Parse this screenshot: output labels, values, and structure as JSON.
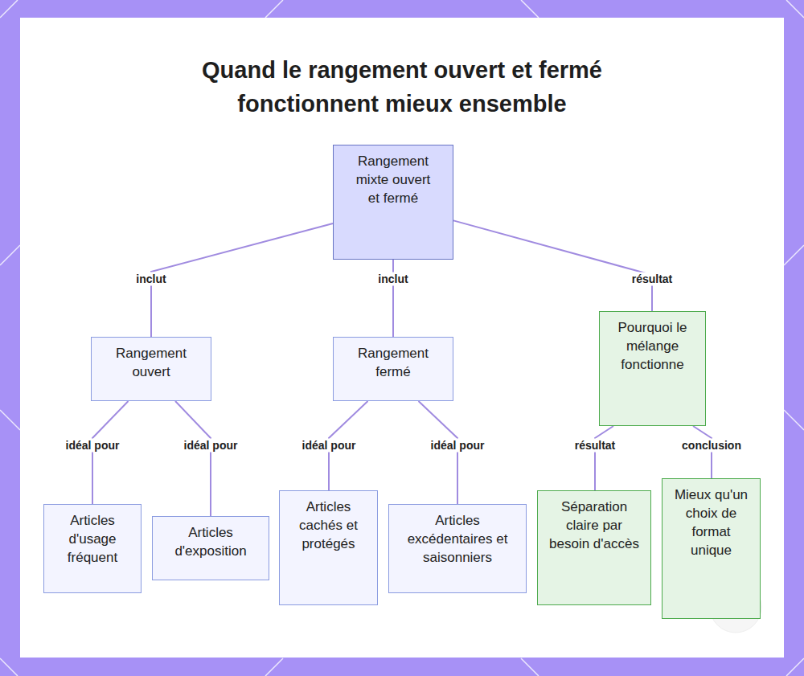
{
  "diagram": {
    "title": "Quand le rangement ouvert et fermé fonctionnent mieux ensemble",
    "nodes": [
      {
        "text": [
          "Rangement mixte ouvert et fermé"
        ]
      },
      {
        "text": [
          "Rangement ouvert"
        ]
      },
      {
        "text": [
          "Rangement fermé"
        ]
      },
      {
        "text": [
          "Pourquoi le mélange fonctionne"
        ]
      },
      {
        "text": [
          "Articles d'usage fréquent"
        ]
      },
      {
        "text": [
          "Articles d'exposition"
        ]
      },
      {
        "text": [
          "Articles cachés et protégés"
        ]
      },
      {
        "text": [
          "Articles excédentaires et saisonniers"
        ]
      },
      {
        "text": [
          "Séparation claire par besoin d'accès"
        ]
      },
      {
        "text": [
          "Mieux qu'un choix de format unique"
        ]
      }
    ],
    "edges": [
      {
        "from": 0,
        "to": 1,
        "label": "inclut",
        "arrow": "none"
      },
      {
        "from": 0,
        "to": 2,
        "label": "inclut",
        "arrow": "none"
      },
      {
        "from": 0,
        "to": 3,
        "label": "résultat",
        "arrow": "none"
      },
      {
        "from": 1,
        "to": 4,
        "label": "idéal pour",
        "arrow": "none"
      },
      {
        "from": 1,
        "to": 5,
        "label": "idéal pour",
        "arrow": "none"
      },
      {
        "from": 2,
        "to": 6,
        "label": "idéal pour",
        "arrow": "none"
      },
      {
        "from": 2,
        "to": 7,
        "label": "idéal pour",
        "arrow": "none"
      },
      {
        "from": 3,
        "to": 8,
        "label": "résultat",
        "arrow": "none"
      },
      {
        "from": 3,
        "to": 9,
        "label": "conclusion",
        "arrow": "none"
      }
    ]
  }
}
